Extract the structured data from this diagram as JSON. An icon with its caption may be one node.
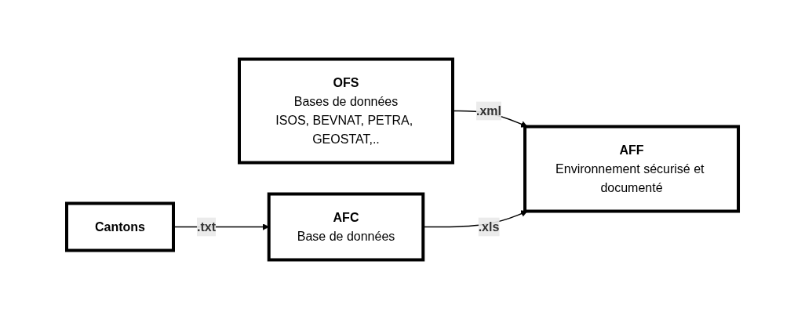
{
  "diagram": {
    "nodes": [
      {
        "text": [
          "Cantons"
        ]
      },
      {
        "text": [
          "AFC",
          "Base de données"
        ]
      },
      {
        "text": [
          "OFS",
          "Bases de données",
          "ISOS, BEVNAT, PETRA, GEOSTAT,.."
        ]
      },
      {
        "text": [
          "AFF",
          "Environnement sécurisé et documenté"
        ]
      }
    ],
    "edges": [
      {
        "from": 0,
        "to": 1,
        "arrow": "to",
        "label": ".txt"
      },
      {
        "from": 2,
        "to": 3,
        "arrow": "to",
        "label": ".xml"
      },
      {
        "from": 1,
        "to": 3,
        "arrow": "to",
        "label": ".xls"
      }
    ]
  }
}
